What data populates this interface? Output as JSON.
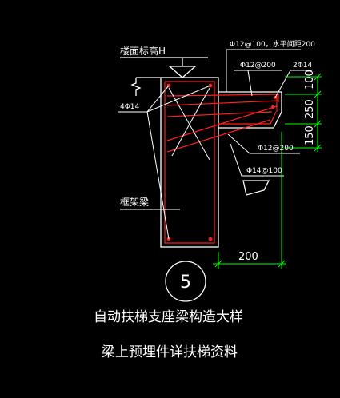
{
  "labels": {
    "floor_elevation": "楼面标高H",
    "top_note": "Φ12@100，水平间距200",
    "bar_a": "Φ12@200",
    "bar_b": "2Φ14",
    "left_bars": "4Φ14",
    "bar_c": "Φ12@200",
    "bar_d": "Φ14@100",
    "frame_beam": "框架梁"
  },
  "dimensions": {
    "d100": "100",
    "d250": "250",
    "d150": "150",
    "d200": "200"
  },
  "detail_number": "5",
  "title_line1": "自动扶梯支座梁构造大样",
  "title_line2": "梁上预埋件详扶梯资料",
  "colors": {
    "background": "#000000",
    "outline": "#ffffff",
    "rebar": "#ff2020",
    "dimension": "#00ff00",
    "text": "#ffffff"
  }
}
